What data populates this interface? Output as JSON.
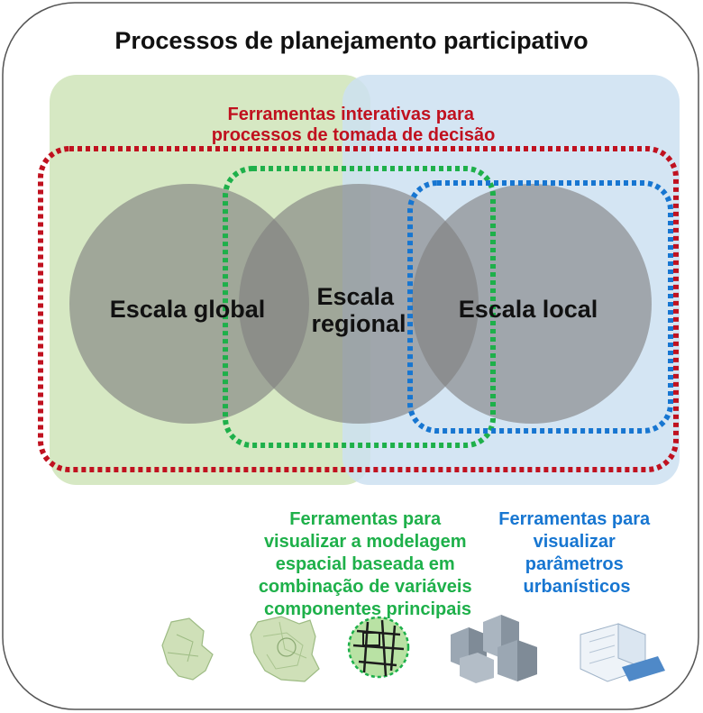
{
  "title": "Processos de planejamento participativo",
  "red_label": {
    "lines": [
      "Ferramentas interativas para",
      "processos de tomada de decisão"
    ],
    "color": "#c0111f"
  },
  "circles": [
    {
      "lines": [
        "Escala global"
      ]
    },
    {
      "lines": [
        "Escala",
        "regional"
      ]
    },
    {
      "lines": [
        "Escala local"
      ]
    }
  ],
  "green_label": {
    "lines": [
      "Ferramentas para",
      "visualizar a modelagem",
      "espacial baseada em",
      "combinação de variáveis",
      "componentes principais"
    ],
    "color": "#1eb04a"
  },
  "blue_label": {
    "lines": [
      "Ferramentas para",
      "visualizar",
      "parâmetros",
      "urbanísticos"
    ],
    "color": "#1776d1"
  },
  "colors": {
    "green_region": "#d6e8c3",
    "blue_region": "#cde0f1",
    "circle": "#7f7f7f",
    "text_dark": "#111111",
    "frame": "#555555"
  },
  "thumbnails": [
    "global-map-icon",
    "regional-map-icon",
    "network-model-icon",
    "3d-blocks-icon",
    "building-sketch-icon"
  ]
}
